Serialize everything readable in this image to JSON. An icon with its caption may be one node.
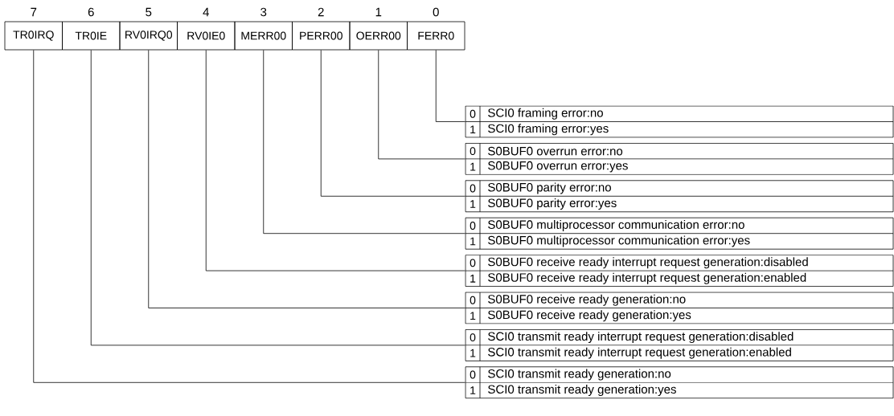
{
  "diagram": {
    "nodes": [
      {
        "text": [
          "TR0IRQ"
        ],
        "beside": [
          "7"
        ]
      },
      {
        "text": [
          "TR0IE"
        ],
        "beside": [
          "6"
        ]
      },
      {
        "text": [
          "RV0IRQ0"
        ],
        "beside": [
          "5"
        ]
      },
      {
        "text": [
          "RV0IE0"
        ],
        "beside": [
          "4"
        ]
      },
      {
        "text": [
          "MERR00"
        ],
        "beside": [
          "3"
        ]
      },
      {
        "text": [
          "PERR00"
        ],
        "beside": [
          "2"
        ]
      },
      {
        "text": [
          "OERR00"
        ],
        "beside": [
          "1"
        ]
      },
      {
        "text": [
          "FERR0"
        ],
        "beside": [
          "0"
        ]
      },
      {
        "text": [
          "0",
          "SCI0 framing error:no",
          "1",
          "SCI0 framing error:yes"
        ]
      },
      {
        "text": [
          "0",
          "S0BUF0 overrun error:no",
          "1",
          "S0BUF0 overrun error:yes"
        ]
      },
      {
        "text": [
          "0",
          "S0BUF0 parity error:no",
          "1",
          "S0BUF0 parity error:yes"
        ]
      },
      {
        "text": [
          "0",
          "S0BUF0 multiprocessor communication error:no",
          "1",
          "S0BUF0 multiprocessor communication error:yes"
        ]
      },
      {
        "text": [
          "0",
          "S0BUF0 receive ready interrupt request generation:disabled",
          "1",
          "S0BUF0 receive ready interrupt request generation:enabled"
        ]
      },
      {
        "text": [
          "0",
          "S0BUF0 receive ready generation:no",
          "1",
          "S0BUF0 receive ready generation:yes"
        ]
      },
      {
        "text": [
          "0",
          "SCI0 transmit ready interrupt request generation:disabled",
          "1",
          "SCI0 transmit ready interrupt request generation:enabled"
        ]
      },
      {
        "text": [
          "0",
          "SCI0 transmit ready generation:no",
          "1",
          "SCI0 transmit ready generation:yes"
        ]
      }
    ],
    "edges": [
      {
        "from": 7,
        "to": 8,
        "arrow": "none"
      },
      {
        "from": 6,
        "to": 9,
        "arrow": "none"
      },
      {
        "from": 5,
        "to": 10,
        "arrow": "none"
      },
      {
        "from": 4,
        "to": 11,
        "arrow": "none"
      },
      {
        "from": 3,
        "to": 12,
        "arrow": "none"
      },
      {
        "from": 2,
        "to": 13,
        "arrow": "none"
      },
      {
        "from": 1,
        "to": 14,
        "arrow": "none"
      },
      {
        "from": 0,
        "to": 15,
        "arrow": "none"
      }
    ]
  }
}
